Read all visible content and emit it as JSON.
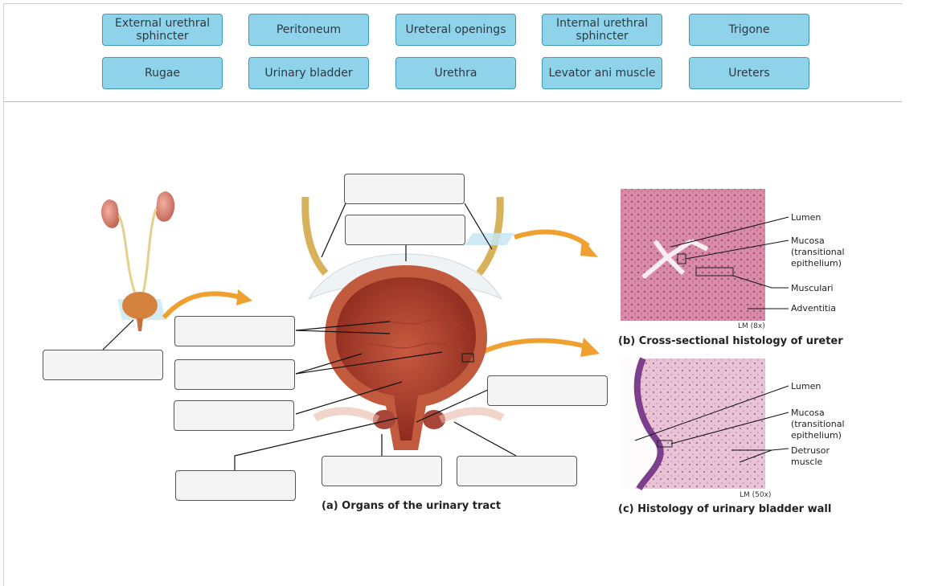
{
  "word_bank": {
    "items": [
      {
        "label": "External urethral sphincter"
      },
      {
        "label": "Peritoneum"
      },
      {
        "label": "Ureteral openings"
      },
      {
        "label": "Internal urethral sphincter"
      },
      {
        "label": "Trigone"
      },
      {
        "label": "Rugae"
      },
      {
        "label": "Urinary bladder"
      },
      {
        "label": "Urethra"
      },
      {
        "label": "Levator ani muscle"
      },
      {
        "label": "Ureters"
      }
    ]
  },
  "figure": {
    "caption_a": "(a) Organs of the urinary tract",
    "caption_b": "(b) Cross-sectional histology of ureter",
    "caption_c": "(c) Histology of urinary bladder wall",
    "ureter_labels": {
      "lumen": "Lumen",
      "mucosa": "Mucosa (transitional epithelium)",
      "muscularis": "Muscularis",
      "adventitia": "Adventitia",
      "magnification": "LM (8x)"
    },
    "bladder_labels": {
      "lumen": "Lumen",
      "mucosa": "Mucosa (transitional epithelium)",
      "detrusor": "Detrusor muscle",
      "magnification": "LM (50x)"
    }
  },
  "colors": {
    "chip_fill": "#8fd3ea",
    "chip_border": "#3f9ab8",
    "drop_fill": "#f4f4f4",
    "arrow_orange": "#f0a030",
    "tissue_pink": "#d98aa8"
  }
}
